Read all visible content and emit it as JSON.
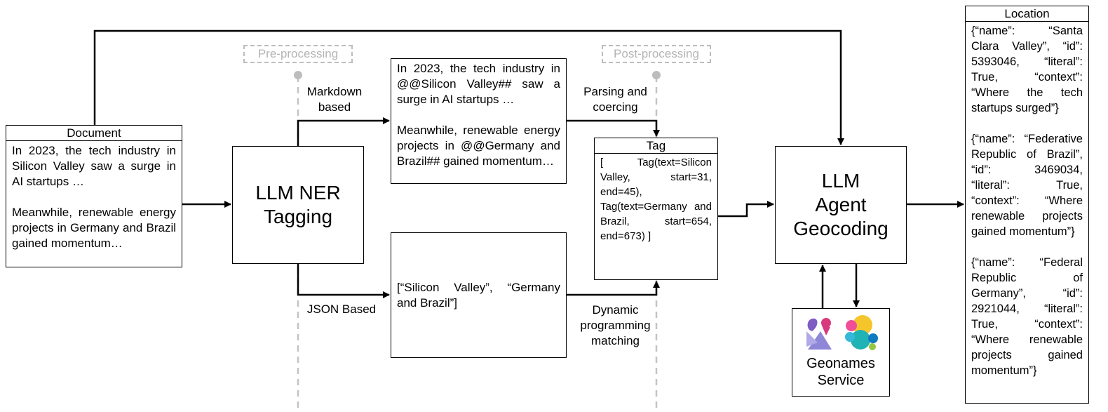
{
  "document": {
    "header": "Document",
    "paragraphs": [
      "In 2023, the tech industry in Silicon Valley saw a surge in AI startups …",
      "Meanwhile, renewable energy projects in Germany and Brazil gained momentum…"
    ]
  },
  "ner": {
    "line1": "LLM NER",
    "line2": "Tagging"
  },
  "preprocessing": "Pre-processing",
  "postprocessing": "Post-processing",
  "markdown_label": {
    "line1": "Markdown",
    "line2": "based"
  },
  "json_label": "JSON Based",
  "markdown_output": {
    "paragraphs": [
      "In 2023, the tech industry in @@Silicon Valley## saw a surge in AI startups …",
      "Meanwhile, renewable energy projects in @@Germany and Brazil## gained momentum…"
    ]
  },
  "json_output": "[“Silicon Valley”, “Germany and Brazil”]",
  "parsing_label": {
    "line1": "Parsing and",
    "line2": "coercing"
  },
  "dp_label": {
    "line1": "Dynamic",
    "line2": "programming",
    "line3": "matching"
  },
  "tag": {
    "header": "Tag",
    "text": "[ Tag(text=Silicon Valley, start=31, end=45), Tag(text=Germany and Brazil, start=654, end=673) ]"
  },
  "agent": {
    "line1": "LLM",
    "line2": "Agent",
    "line3": "Geocoding"
  },
  "geonames": {
    "line1": "Geonames",
    "line2": "Service"
  },
  "location": {
    "header": "Location",
    "entries": [
      "{“name”: “Santa Clara Valley”, “id”: 5393046, “literal”: True, “context”: “Where the tech startups surged”}",
      "{“name”: “Federative Republic of Brazil”, “id”: 3469034, “literal”: True, “context”: “Where renewable projects gained momentum”}",
      "{“name”: “Federal Republic of Germany”, “id”: 2921044, “literal”: True, “context”: “Where renewable projects gained momentum”}"
    ]
  }
}
